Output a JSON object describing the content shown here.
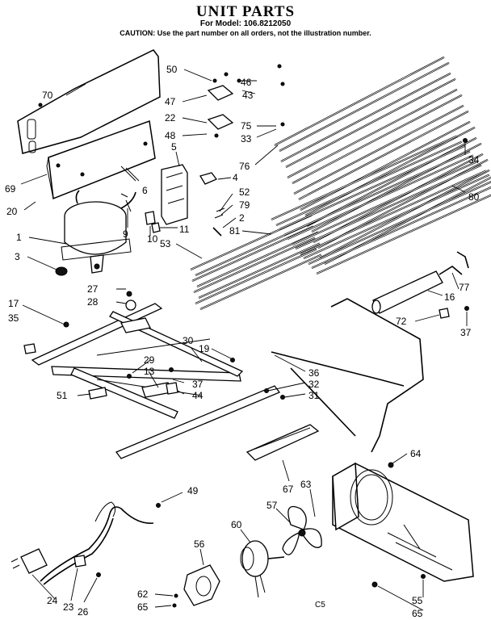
{
  "header": {
    "title": "UNIT PARTS",
    "model_line": "For Model: 106.8212050",
    "caution": "CAUTION: Use the part number on all orders, not the illustration number."
  },
  "corner_code": "C5",
  "callouts": [
    "70",
    "69",
    "20",
    "1",
    "3",
    "17",
    "35",
    "27",
    "28",
    "50",
    "46",
    "47",
    "43",
    "22",
    "48",
    "75",
    "33",
    "5",
    "4",
    "6",
    "9",
    "10",
    "11",
    "52",
    "79",
    "2",
    "81",
    "53",
    "76",
    "34",
    "80",
    "77",
    "16",
    "72",
    "37",
    "30",
    "19",
    "29",
    "13",
    "37",
    "44",
    "36",
    "32",
    "31",
    "51",
    "64",
    "49",
    "67",
    "63",
    "57",
    "60",
    "56",
    "24",
    "23",
    "26",
    "62",
    "65",
    "55",
    "65"
  ]
}
